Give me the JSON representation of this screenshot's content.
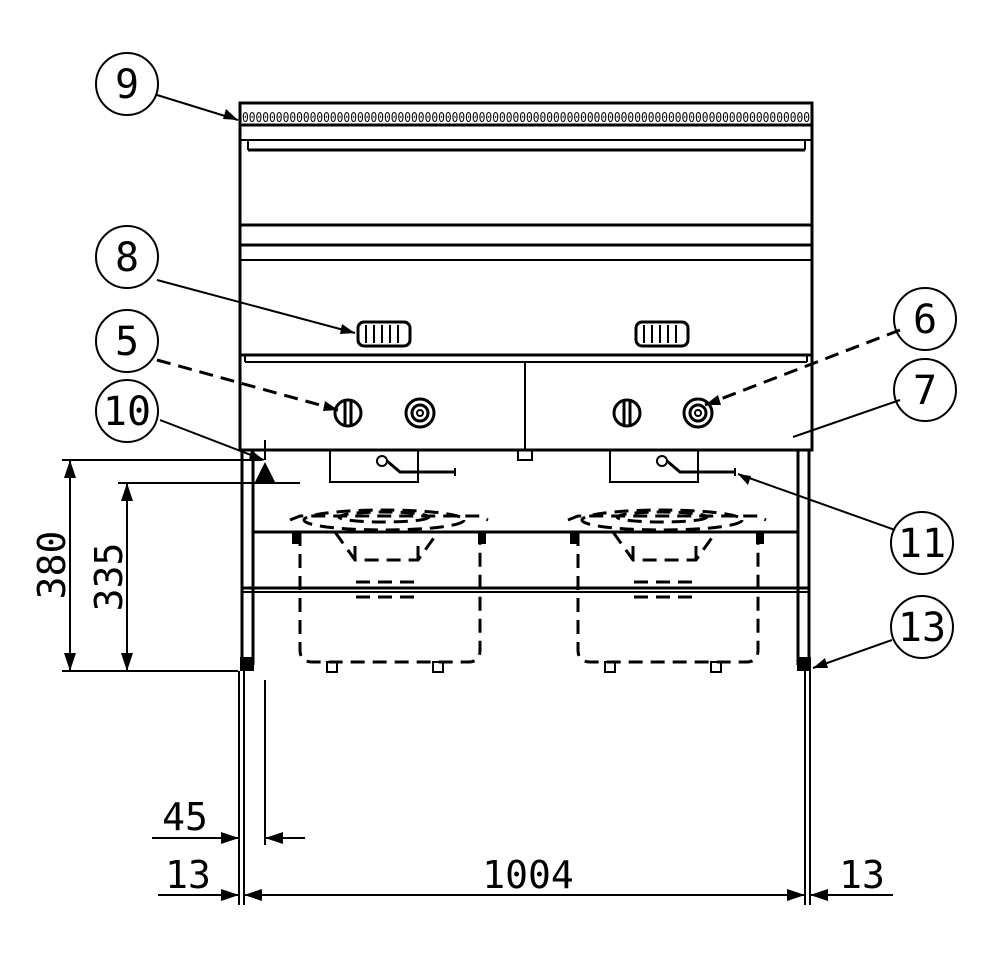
{
  "callouts": {
    "c5": "5",
    "c6": "6",
    "c7": "7",
    "c8": "8",
    "c9": "9",
    "c10": "10",
    "c11": "11",
    "c13": "13"
  },
  "dimensions": {
    "height_total": "380",
    "height_inner": "335",
    "leg_offset": "45",
    "left_margin": "13",
    "width": "1004",
    "right_margin": "13"
  },
  "grill_pattern": "000000000000000000000000000000000000000000000000000000000000000000000000000000000000"
}
